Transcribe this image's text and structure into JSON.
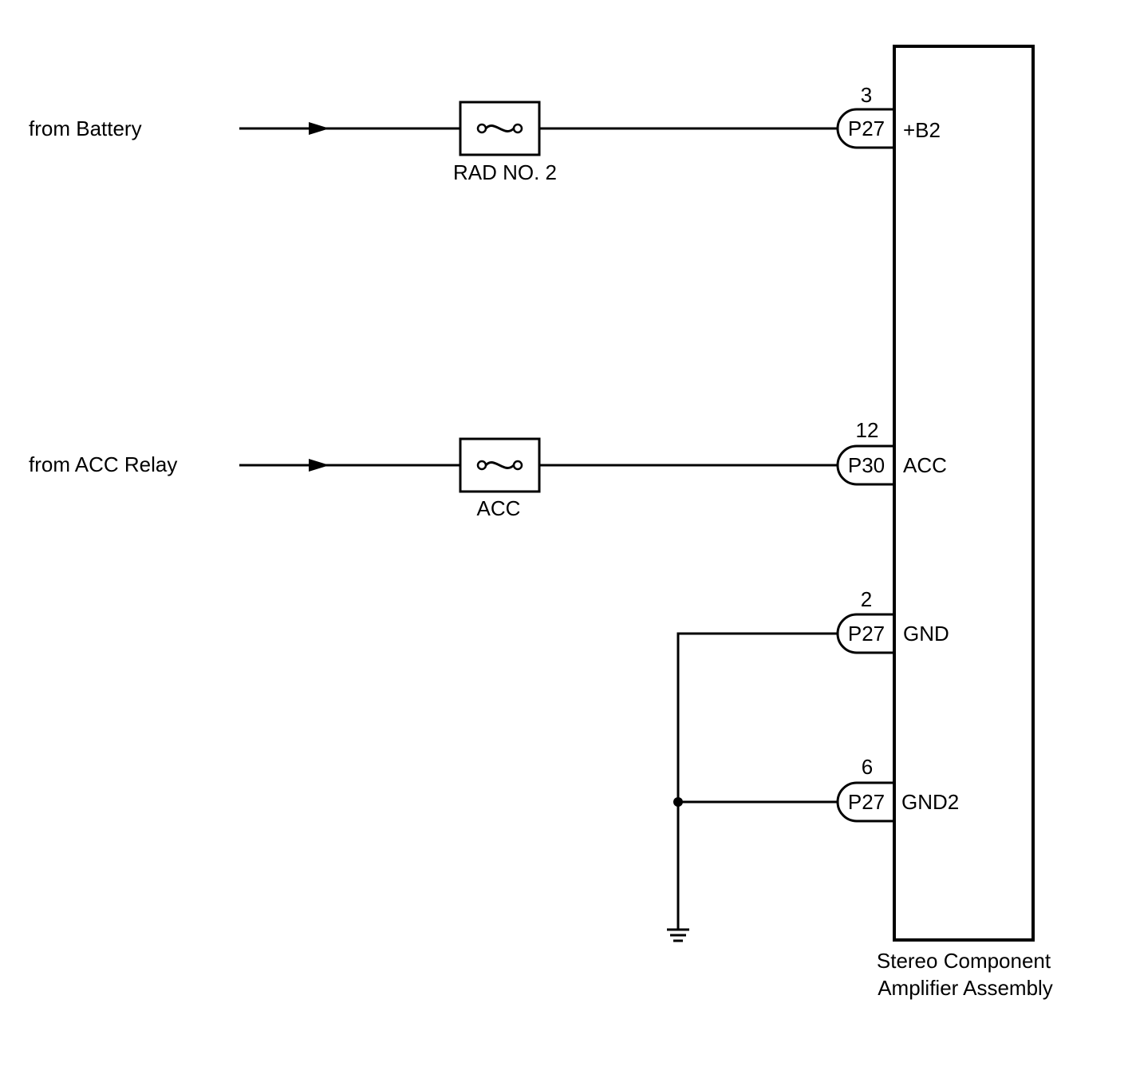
{
  "sources": [
    {
      "label": "from Battery"
    },
    {
      "label": "from ACC Relay"
    }
  ],
  "fuses": [
    {
      "label": "RAD NO. 2"
    },
    {
      "label": "ACC"
    }
  ],
  "connectors": [
    {
      "pin": "3",
      "connector": "P27",
      "terminal": "+B2"
    },
    {
      "pin": "12",
      "connector": "P30",
      "terminal": "ACC"
    },
    {
      "pin": "2",
      "connector": "P27",
      "terminal": "GND"
    },
    {
      "pin": "6",
      "connector": "P27",
      "terminal": "GND2"
    }
  ],
  "component": {
    "name_line1": "Stereo Component",
    "name_line2": "Amplifier Assembly"
  }
}
